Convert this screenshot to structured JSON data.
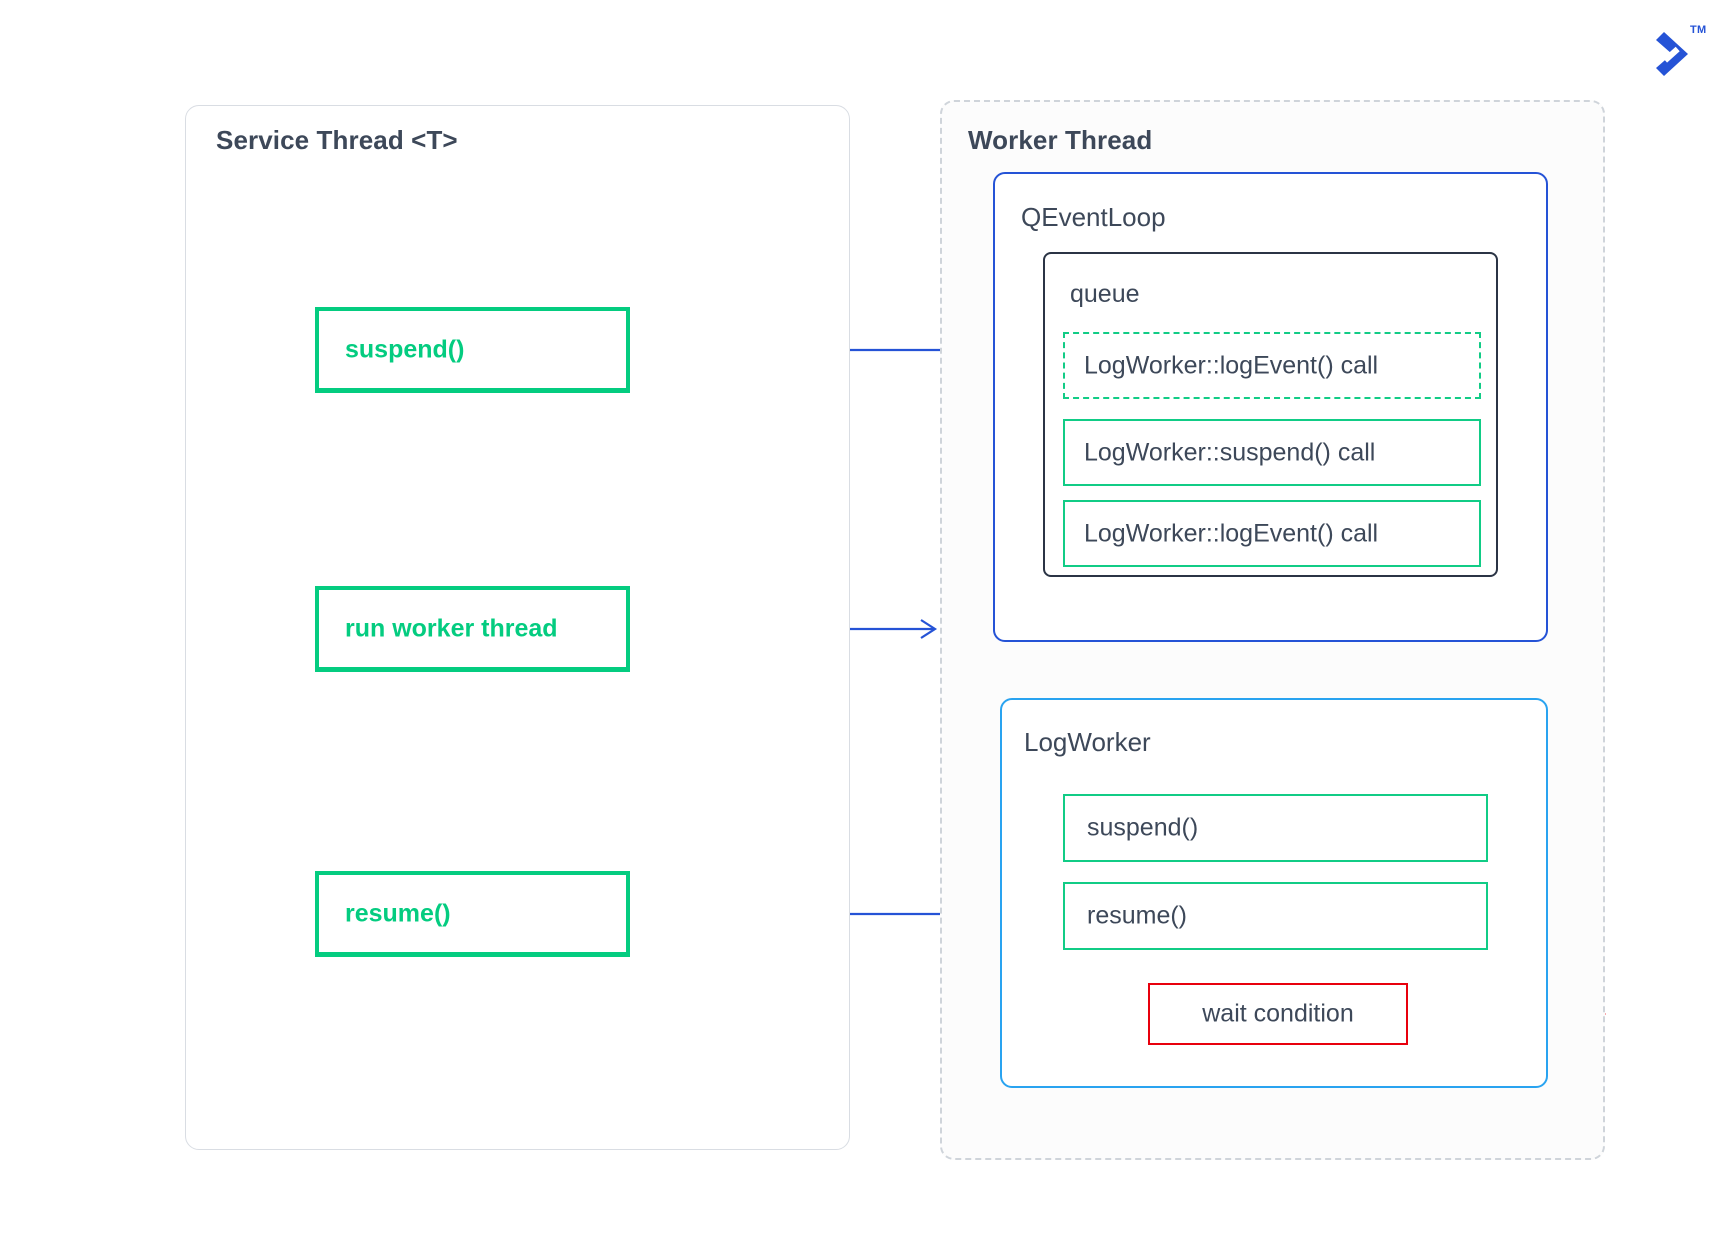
{
  "colors": {
    "green": "#04cc80",
    "green_thin": "#11cc86",
    "blue": "#2553d6",
    "light_blue": "#29a3f0",
    "red": "#e8000d",
    "text": "#3d4859",
    "panel_border": "#d9dde3"
  },
  "panels": {
    "service_thread": {
      "title": "Service Thread <T>"
    },
    "worker_thread": {
      "title": "Worker Thread"
    }
  },
  "groups": {
    "qeventloop": {
      "title": "QEventLoop"
    },
    "queue": {
      "title": "queue"
    },
    "logworker": {
      "title": "LogWorker"
    }
  },
  "service_boxes": [
    {
      "label": "suspend()",
      "has_diamond": true
    },
    {
      "label": "run worker thread",
      "has_diamond": true
    },
    {
      "label": "resume()",
      "has_diamond": true
    }
  ],
  "queue_items": [
    {
      "label": "LogWorker::logEvent() call",
      "style": "dashed",
      "has_diamond": false
    },
    {
      "label": "LogWorker::suspend() call",
      "style": "solid",
      "has_diamond": true
    },
    {
      "label": "LogWorker::logEvent() call",
      "style": "solid",
      "has_diamond": false
    }
  ],
  "logworker_methods": [
    {
      "label": "suspend()",
      "has_diamond": true
    },
    {
      "label": "resume()",
      "has_diamond": true
    }
  ],
  "wait_condition": {
    "label": "wait condition"
  },
  "logo": {
    "mark": "zetta-logo-icon",
    "trademark": "TM"
  }
}
